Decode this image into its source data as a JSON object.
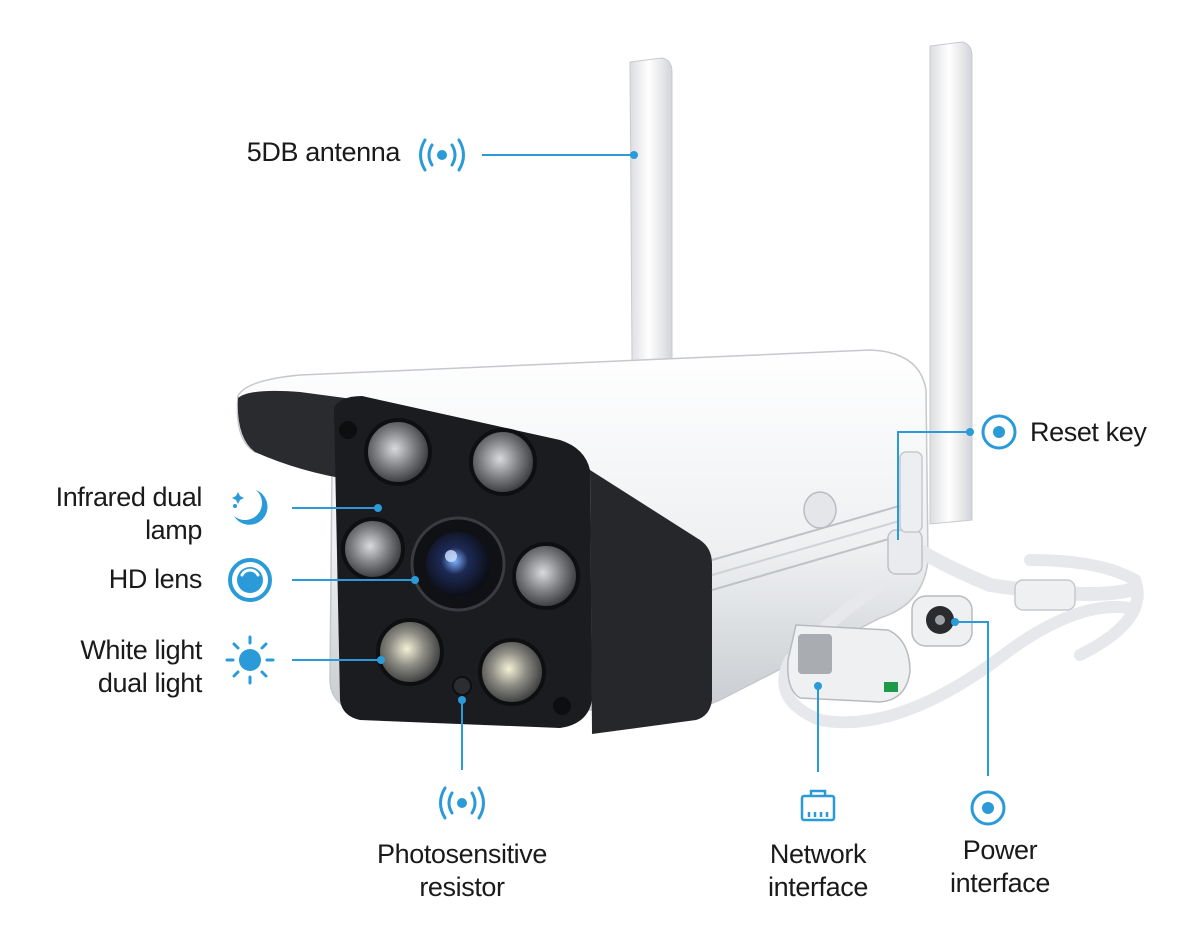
{
  "labels": {
    "antenna": "5DB antenna",
    "reset_key": "Reset key",
    "infrared_line1": "Infrared dual",
    "infrared_line2": "lamp",
    "hd_lens": "HD lens",
    "white_light_line1": "White light",
    "white_light_line2": "dual light",
    "photo_line1": "Photosensitive",
    "photo_line2": "resistor",
    "network_line1": "Network",
    "network_line2": "interface",
    "power_line1": "Power",
    "power_line2": "interface"
  },
  "icons": {
    "antenna": "signal-waves-icon",
    "reset": "target-circle-icon",
    "infrared": "moon-stars-icon",
    "lens": "lens-icon",
    "white_light": "sun-icon",
    "photo": "signal-waves-icon",
    "network": "ethernet-port-icon",
    "power": "target-circle-icon"
  },
  "colors": {
    "accent": "#2a9ad8",
    "text": "#1a1a1a",
    "housing": "#f2f3f5",
    "front_panel": "#1b1c1f"
  }
}
